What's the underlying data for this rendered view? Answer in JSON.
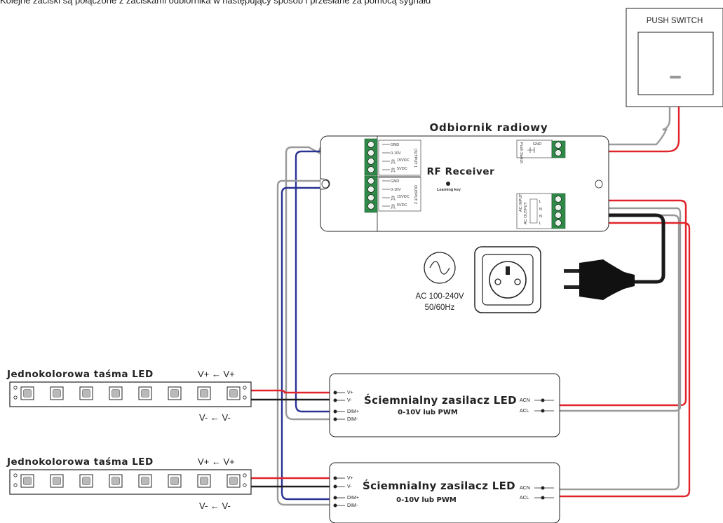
{
  "top_caption": "Kolejne zaciski są połączone z zaciskami odbiornika w następujący sposób i przesłane za pomocą sygnału",
  "push_switch": {
    "label": "PUSH SWITCH"
  },
  "receiver": {
    "title": "Odbiornik radiowy",
    "name": "RF Receiver",
    "learning_key": "Learning key",
    "output1": {
      "label": "OUTPUT 1",
      "pins": [
        "GND",
        "0-10V",
        "15VDC",
        "5VDC"
      ]
    },
    "output2": {
      "label": "OUTPUT 2",
      "pins": [
        "GND",
        "0-10V",
        "15VDC",
        "5VDC"
      ]
    },
    "push_label": "Push Switch",
    "push_gnd": "GND",
    "ac_input_label": "AC INPUT",
    "ac_output_label": "AC OUTPUT",
    "ac_pins": [
      "L",
      "N",
      "N",
      "L"
    ]
  },
  "power": {
    "spec_line1": "AC 100-240V",
    "spec_line2": "50/60Hz"
  },
  "strips": [
    {
      "title": "Jednokolorowa taśma LED",
      "top_label": "V+ ← V+",
      "bottom_label": "V- ← V-"
    },
    {
      "title": "Jednokolorowa taśma LED",
      "top_label": "V+ ← V+",
      "bottom_label": "V- ← V-"
    }
  ],
  "drivers": [
    {
      "title": "Ściemnialny zasilacz LED",
      "subtitle": "0-10V lub PWM",
      "left_pins": [
        "V+",
        "V-",
        "DIM+",
        "DIM-"
      ],
      "right_pins": [
        "ACN",
        "ACL"
      ]
    },
    {
      "title": "Ściemnialny zasilacz LED",
      "subtitle": "0-10V lub PWM",
      "left_pins": [
        "V+",
        "V-",
        "DIM+",
        "DIM-"
      ],
      "right_pins": [
        "ACN",
        "ACL"
      ]
    }
  ],
  "colors": {
    "red": "#e0242a",
    "black": "#1c1c1c",
    "gray": "#9a9a9a",
    "blue": "#2a3294",
    "terminal": "#2f8a48"
  }
}
